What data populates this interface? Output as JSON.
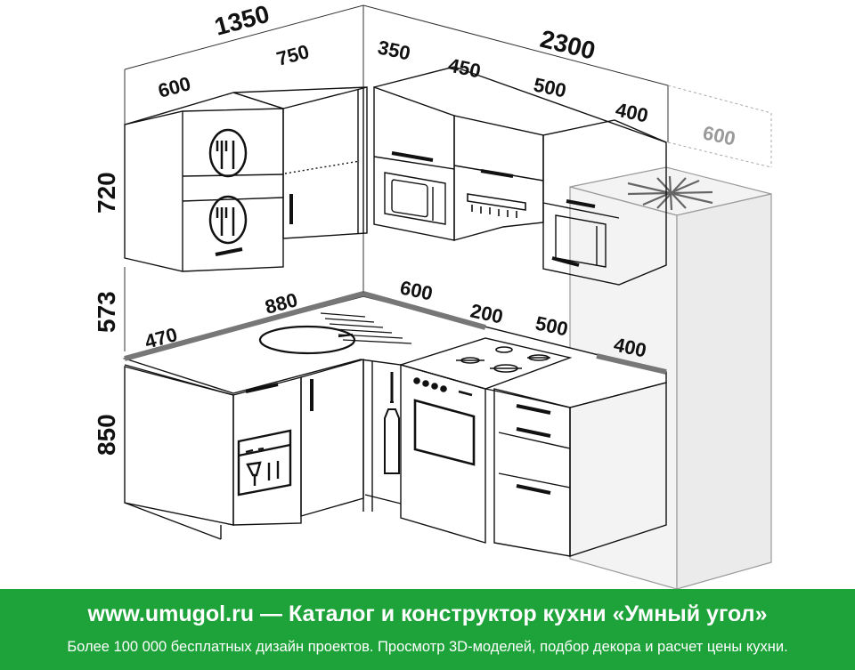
{
  "drawing": {
    "dimensions": {
      "left_wall_width": "1350",
      "right_wall_width": "2300",
      "upper_left_600": "600",
      "upper_left_750": "750",
      "upper_350": "350",
      "upper_450": "450",
      "upper_500": "500",
      "upper_400": "400",
      "fridge_upper_600": "600",
      "upper_height_720": "720",
      "gap_height_573": "573",
      "base_height_850": "850",
      "top_470": "470",
      "top_880": "880",
      "top_600": "600",
      "top_200": "200",
      "top_500": "500",
      "top_400": "400"
    },
    "icons": [
      "plate-cutlery-icon",
      "plate-cutlery-icon",
      "microwave-icon",
      "range-hood-icon",
      "microwave-icon",
      "snowflake-icon",
      "sink-icon",
      "bottle-icon",
      "dishwasher-icon",
      "hob-icon",
      "oven-icon"
    ],
    "colors": {
      "line": "#111111",
      "ghost": "#9a9a9a",
      "countertop": "#777777"
    }
  },
  "footer": {
    "title": "www.umugol.ru — Каталог и конструктор кухни «Умный угол»",
    "subtitle": "Более 100 000 бесплатных дизайн проектов. Просмотр 3D-моделей, подбор декора и расчет цены кухни.",
    "background": "#1ea33a"
  }
}
